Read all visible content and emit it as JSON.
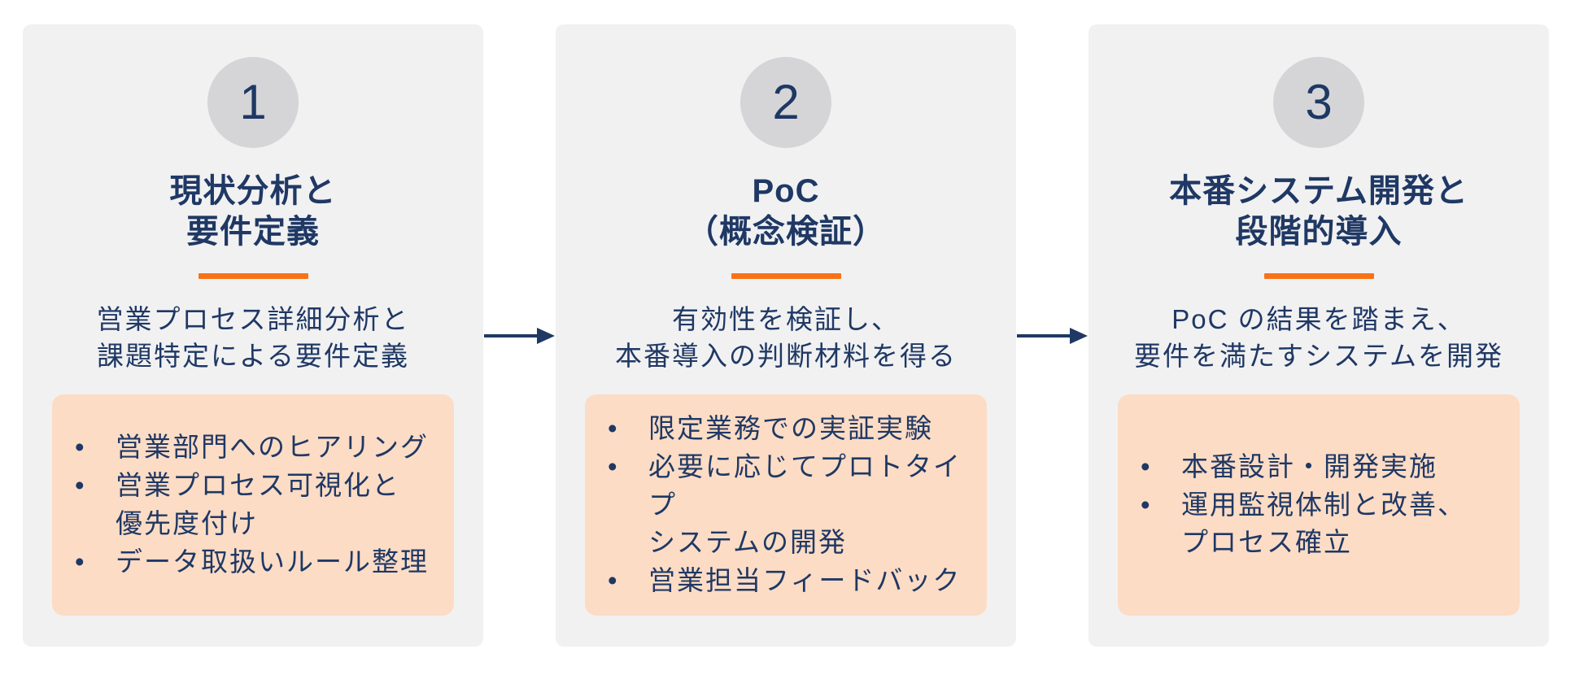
{
  "diagram": {
    "kind": "process-flow",
    "step_count": 3
  },
  "colors": {
    "page_background": "#ffffff",
    "card_background": "#f1f1f2",
    "circle_background": "#d5d5d7",
    "text_navy": "#1f3864",
    "accent_orange": "#f97316",
    "detail_box_background": "#fcdcc5",
    "arrow": "#1f3864"
  },
  "icons": {
    "flow_arrow": "arrow-right-icon"
  },
  "cards": [
    {
      "number": "1",
      "title": "現状分析と\n要件定義",
      "description": "営業プロセス詳細分析と\n課題特定による要件定義",
      "bullets": [
        "営業部門へのヒアリング",
        "営業プロセス可視化と\n優先度付け",
        "データ取扱いルール整理"
      ]
    },
    {
      "number": "2",
      "title": "PoC\n（概念検証）",
      "description": "有効性を検証し、\n本番導入の判断材料を得る",
      "bullets": [
        "限定業務での実証実験",
        "必要に応じてプロトタイプ\nシステムの開発",
        "営業担当フィードバック"
      ]
    },
    {
      "number": "3",
      "title": "本番システム開発と\n段階的導入",
      "description": "PoC の結果を踏まえ、\n要件を満たすシステムを開発",
      "bullets": [
        "本番設計・開発実施",
        "運用監視体制と改善、\nプロセス確立"
      ]
    }
  ]
}
